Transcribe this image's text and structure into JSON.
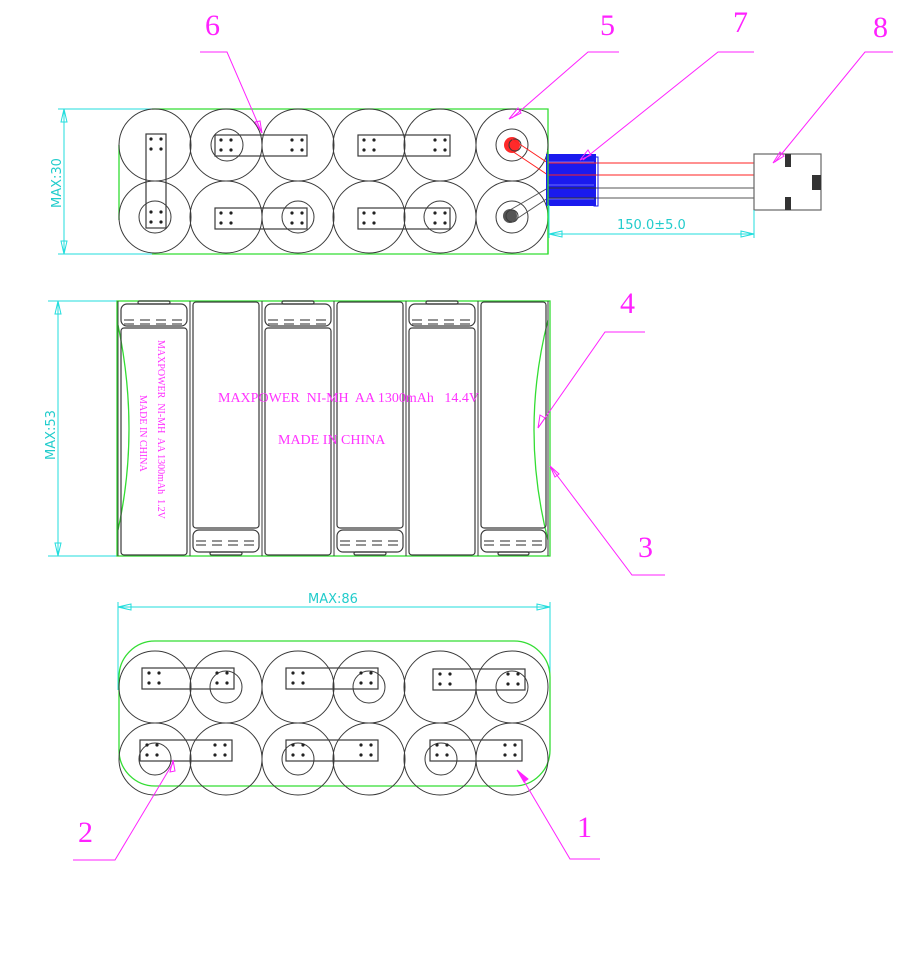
{
  "drawing": {
    "subject": "NiMH battery pack assembly drawing",
    "top_view": {
      "height_dim_label": "MAX:30",
      "cable_length_label": "150.0±5.0",
      "cells_per_row": 6,
      "rows": 2
    },
    "side_view": {
      "height_dim_label": "MAX:53",
      "pack_label_line1": "MAXPOWER  NI-MH  AA 1300mAh   14.4V",
      "pack_label_line2": "MADE IN CHINA",
      "cell_label_line1": "MAXPOWER  NI-MH  AA 1300mAh  1.2V",
      "cell_label_line2": "MADE IN CHINA"
    },
    "bottom_view": {
      "width_dim_label": "MAX:86",
      "cells_per_row": 6,
      "rows": 2
    },
    "callouts": [
      {
        "id": "1",
        "label": "1"
      },
      {
        "id": "2",
        "label": "2"
      },
      {
        "id": "3",
        "label": "3"
      },
      {
        "id": "4",
        "label": "4"
      },
      {
        "id": "5",
        "label": "5"
      },
      {
        "id": "6",
        "label": "6"
      },
      {
        "id": "7",
        "label": "7"
      },
      {
        "id": "8",
        "label": "8"
      }
    ],
    "colors": {
      "outline_green": "#33dd33",
      "dimension_cyan": "#22dddd",
      "callout_magenta": "#ff22ff",
      "positive_terminal_red": "#ff2222",
      "connector_housing_blue": "#1a1aee",
      "wire_red": "#ff2222",
      "wire_gray": "#555555"
    }
  }
}
